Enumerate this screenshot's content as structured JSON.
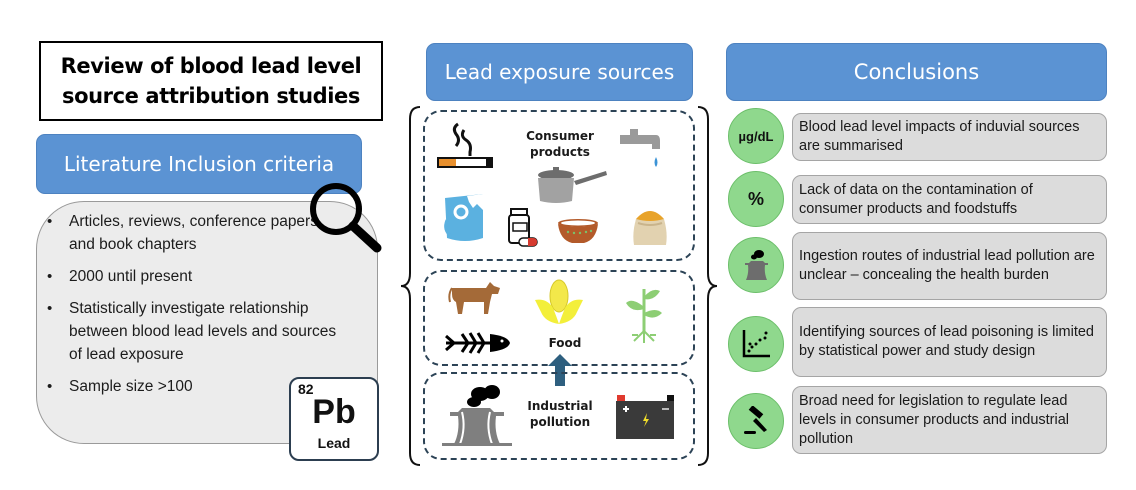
{
  "title": {
    "line1": "Review of blood lead level",
    "line2": "source attribution studies"
  },
  "criteria": {
    "header": "Literature Inclusion criteria",
    "items": [
      "Articles, reviews, conference papers and book chapters",
      "2000 until present",
      "Statistically investigate relationship between blood lead levels and sources of lead exposure",
      "Sample size >100"
    ],
    "icon": "magnifying-glass-icon"
  },
  "element_tile": {
    "atomic_number": "82",
    "symbol": "Pb",
    "name": "Lead"
  },
  "sources": {
    "header": "Lead exposure sources",
    "groups": [
      {
        "label_line1": "Consumer",
        "label_line2": "products",
        "icons": [
          "cigarette-icon",
          "tap-water-icon",
          "cooking-pot-icon",
          "paint-can-icon",
          "medicine-bottle-icon",
          "ceramic-bowl-icon",
          "spice-sack-icon"
        ]
      },
      {
        "label_line1": "Food",
        "label_line2": "",
        "icons": [
          "cow-icon",
          "corn-icon",
          "plant-icon",
          "fish-bone-icon"
        ]
      },
      {
        "label_line1": "Industrial",
        "label_line2": "pollution",
        "icons": [
          "factory-smokestack-icon",
          "car-battery-icon"
        ]
      }
    ],
    "arrow": "up-arrow-icon"
  },
  "conclusions": {
    "header": "Conclusions",
    "items": [
      {
        "circle_label": "µg/dL",
        "icon": "units-text-icon",
        "text": "Blood lead level impacts of induvial sources are summarised"
      },
      {
        "circle_label": "%",
        "icon": "percent-icon",
        "text": "Lack of data on the contamination of consumer products and foodstuffs"
      },
      {
        "circle_label": "",
        "icon": "factory-icon",
        "text": "Ingestion routes of industrial lead pollution are unclear – concealing the health burden"
      },
      {
        "circle_label": "",
        "icon": "scatter-plot-icon",
        "text": "Identifying sources of lead poisoning is limited by statistical power and study design"
      },
      {
        "circle_label": "",
        "icon": "gavel-icon",
        "text": "Broad need for legislation to regulate lead levels in consumer products and industrial pollution"
      }
    ]
  },
  "colors": {
    "header_blue": "#5b93d3",
    "circle_green": "#8fd88d",
    "card_gray": "#ececec",
    "conclusion_gray": "#dcdcdc",
    "dash_navy": "#2c4356",
    "arrow_blue": "#2e5f7f"
  }
}
